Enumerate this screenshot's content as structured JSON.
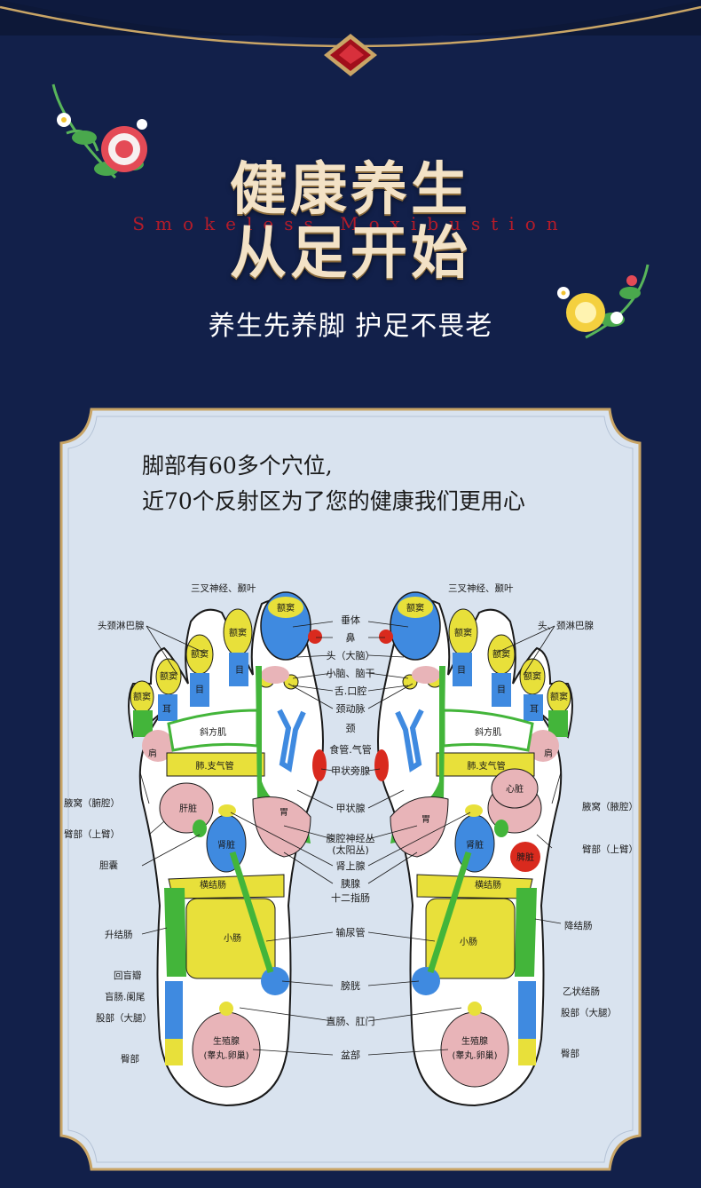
{
  "header": {
    "title_line1": "健康养生",
    "title_line2": "从足开始",
    "subtitle_en": "Smokeless Moxibustion",
    "slogan": "养生先养脚  护足不畏老"
  },
  "intro": {
    "line1": "脚部有60多个穴位,",
    "line2": "近70个反射区为了您的健康我们更用心"
  },
  "foot": {
    "center_labels": [
      "垂体",
      "鼻",
      "头（大脑）",
      "小脑、脑干",
      "舌.口腔",
      "颈动脉",
      "颈",
      "食管.气管",
      "甲状旁腺",
      "甲状腺",
      "腹腔神经丛",
      "(太阳丛)",
      "肾上腺",
      "胰腺",
      "十二指肠",
      "输尿管",
      "膀胱",
      "直肠、肛门",
      "盆部"
    ],
    "left_labels": [
      "三叉神经、颞叶",
      "头颈淋巴腺",
      "腋窝（腑腔）",
      "臂部（上臂）",
      "胆囊",
      "升结肠",
      "回盲瓣",
      "盲肠.阑尾",
      "股部（大腿）",
      "臀部"
    ],
    "right_labels": [
      "三叉神经、颞叶",
      "头、颈淋巴腺",
      "腋窝（腋腔）",
      "臂部（上臂）",
      "降结肠",
      "乙状结肠",
      "股部（大腿）",
      "臀部"
    ],
    "zones": {
      "sinus": "额窦",
      "eye": "目",
      "ear": "耳",
      "trapezius": "斜方肌",
      "shoulder": "肩",
      "lung": "肺.支气管",
      "liver": "肝脏",
      "stomach": "胃",
      "kidney": "肾脏",
      "transverse_colon": "横结肠",
      "small_intestine": "小肠",
      "reproductive": "生殖腺",
      "reproductive_sub": "(睾丸.卵巢)",
      "heart": "心脏",
      "spleen": "脾脏"
    }
  },
  "colors": {
    "background": "#12204a",
    "panel": "#d9e3ef",
    "gold": "#d7b98a",
    "blue": "#3f8ae0",
    "yellow": "#e8e03a",
    "green": "#43b53a",
    "pink": "#e8b4b8",
    "red": "#d92a1e"
  }
}
